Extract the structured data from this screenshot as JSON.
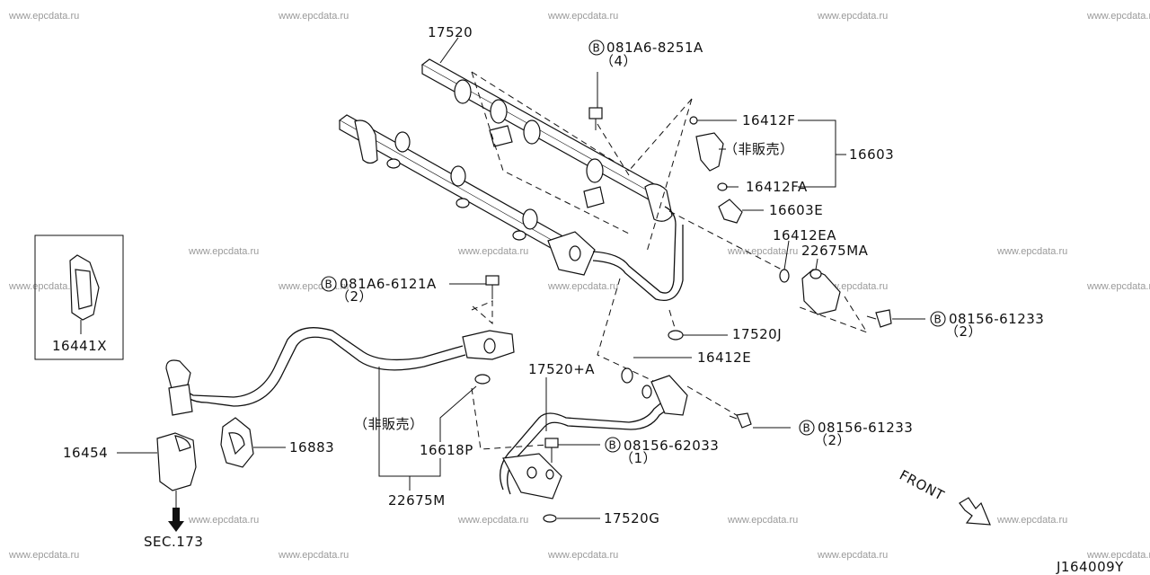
{
  "watermark": "www.epcdata.ru",
  "diagram_id": "J164009Y",
  "labels": {
    "l17520": "17520",
    "l16412F": "16412F",
    "l16603": "16603",
    "l16412FA": "16412FA",
    "l16603E": "16603E",
    "l16412EA": "16412EA",
    "l22675MA": "22675MA",
    "l17520J": "17520J",
    "l16412E": "16412E",
    "l17520A": "17520+A",
    "l16618P": "16618P",
    "l22675M": "22675M",
    "l16441X": "16441X",
    "l16454": "16454",
    "l16883": "16883",
    "l17520G": "17520G",
    "sec": "SEC.173",
    "front": "FRONT",
    "not_sold_1": "（非販売）",
    "not_sold_2": "（非販売）"
  },
  "bolts": {
    "b1": {
      "code": "081A6-8251A",
      "qty": "（4）"
    },
    "b2": {
      "code": "081A6-6121A",
      "qty": "（2）"
    },
    "b3": {
      "code": "08156-61233",
      "qty": "（2）"
    },
    "b4": {
      "code": "08156-61233",
      "qty": "（2）"
    },
    "b5": {
      "code": "08156-62033",
      "qty": "（1）"
    }
  },
  "bolt_symbol": "B"
}
